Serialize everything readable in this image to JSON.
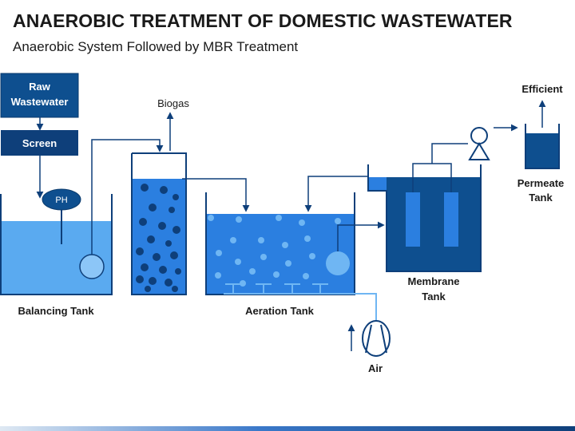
{
  "title": "ANAEROBIC TREATMENT OF DOMESTIC WASTEWATER",
  "subtitle": "Anaerobic System Followed by MBR Treatment",
  "boxes": {
    "raw_line1": "Raw",
    "raw_line2": "Wastewater",
    "screen": "Screen"
  },
  "labels": {
    "biogas": "Biogas",
    "ph": "PH",
    "balancing_tank": "Balancing Tank",
    "aeration_tank": "Aeration Tank",
    "air": "Air",
    "membrane_line1": "Membrane",
    "membrane_line2": "Tank",
    "efficient": "Efficient",
    "permeate_line1": "Permeate",
    "permeate_line2": "Tank"
  },
  "colors": {
    "dark_navy": "#0e3f7a",
    "light_blue": "#5aaaf0",
    "mid_blue": "#2b7fe0",
    "bubble_light": "#6fb6f3"
  }
}
